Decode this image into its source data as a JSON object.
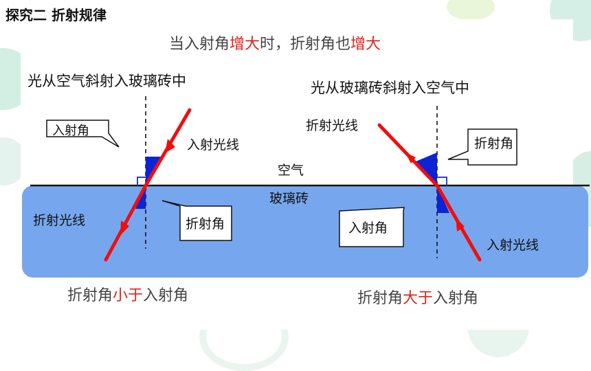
{
  "slide": {
    "title": "探究二 折射规律"
  },
  "headline": {
    "part1": "当入射角",
    "emph1": "增大",
    "part2": "时，折射角也",
    "emph2": "增大"
  },
  "left_case": {
    "caption": "光从空气斜射入玻璃砖中",
    "incident_ray_label": "入射光线",
    "refracted_ray_label": "折射光线",
    "incident_angle_callout": "入射角",
    "refraction_angle_callout": "折射角",
    "conclusion_part1": "折射角",
    "conclusion_emph": "小于",
    "conclusion_part2": "入射角"
  },
  "right_case": {
    "caption": "光从玻璃砖斜射入空气中",
    "refracted_ray_label": "折射光线",
    "incident_ray_label": "入射光线",
    "refraction_angle_callout": "折射角",
    "incident_angle_callout": "入射角",
    "conclusion_part1": "折射角",
    "conclusion_emph": "大于",
    "conclusion_part2": "入射角"
  },
  "media": {
    "air_label": "空气",
    "glass_label": "玻璃砖"
  },
  "colors": {
    "glass": "#76a7ee",
    "ray": "#f20d0d",
    "angle_fill": "#0d23d6",
    "emphasis": "#e0221c"
  }
}
